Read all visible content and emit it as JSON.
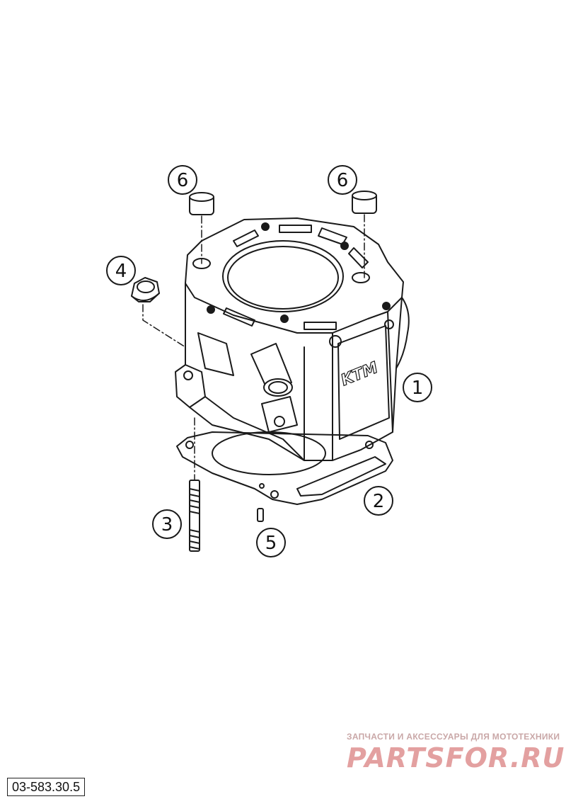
{
  "callouts": [
    {
      "id": "1",
      "label": "1"
    },
    {
      "id": "2",
      "label": "2"
    },
    {
      "id": "3",
      "label": "3"
    },
    {
      "id": "4",
      "label": "4"
    },
    {
      "id": "5",
      "label": "5"
    },
    {
      "id": "6a",
      "label": "6"
    },
    {
      "id": "6b",
      "label": "6"
    }
  ],
  "logo_text": "KTM",
  "watermark": {
    "line1": "ЗАПЧАСТИ И АКСЕССУАРЫ ДЛЯ МОТОТЕХНИКИ",
    "line2": "PARTSFOR.RU"
  },
  "reference_number": "03-583.30.5",
  "colors": {
    "line": "#1a1a1a",
    "watermark": "#e3a0a0"
  }
}
